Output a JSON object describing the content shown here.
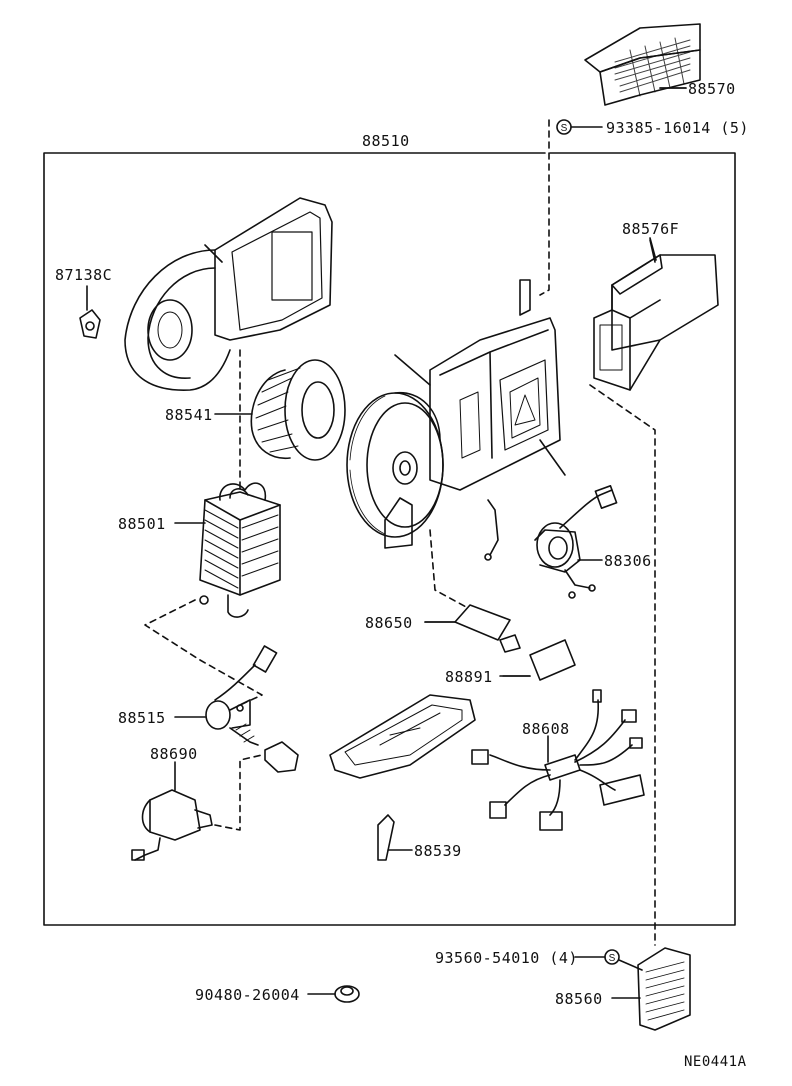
{
  "labels": {
    "assembly": "88510",
    "p88570": "88570",
    "screw_top": "93385-16014 (5)",
    "p88576f": "88576F",
    "p87138c": "87138C",
    "p88541": "88541",
    "p88501": "88501",
    "p88306": "88306",
    "p88650": "88650",
    "p88891": "88891",
    "p88515": "88515",
    "p88608": "88608",
    "p88690": "88690",
    "p88539": "88539",
    "screw_bottom": "93560-54010 (4)",
    "p88560": "88560",
    "grommet": "90480-26004",
    "code": "NE0441A"
  },
  "symbols": {
    "screw_marker": "S"
  },
  "colors": {
    "ink": "#111111",
    "paper": "#ffffff"
  }
}
